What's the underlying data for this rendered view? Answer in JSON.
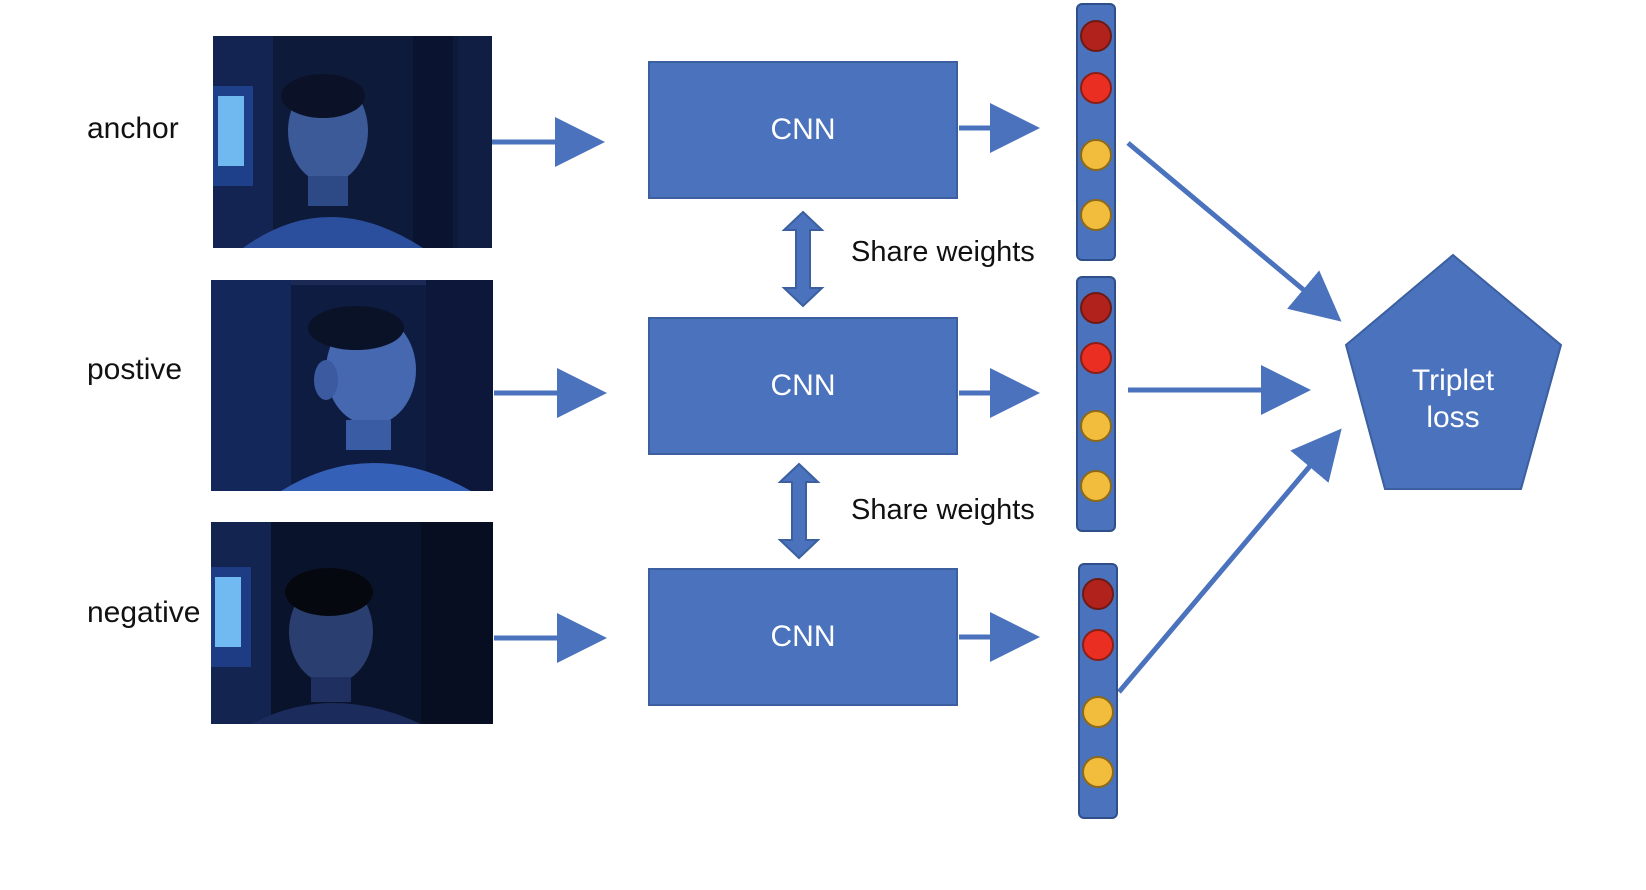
{
  "rows": [
    {
      "label": "anchor",
      "model": "CNN"
    },
    {
      "label": "postive",
      "model": "CNN"
    },
    {
      "label": "negative",
      "model": "CNN"
    }
  ],
  "share_weights": [
    "Share weights",
    "Share weights"
  ],
  "loss": {
    "line1": "Triplet",
    "line2": "loss"
  },
  "colors": {
    "box": "#4a72bd",
    "arrow": "#4a72bd",
    "dark_red": "#b2221d",
    "red": "#ea2f22",
    "yellow": "#f2bc3c"
  }
}
